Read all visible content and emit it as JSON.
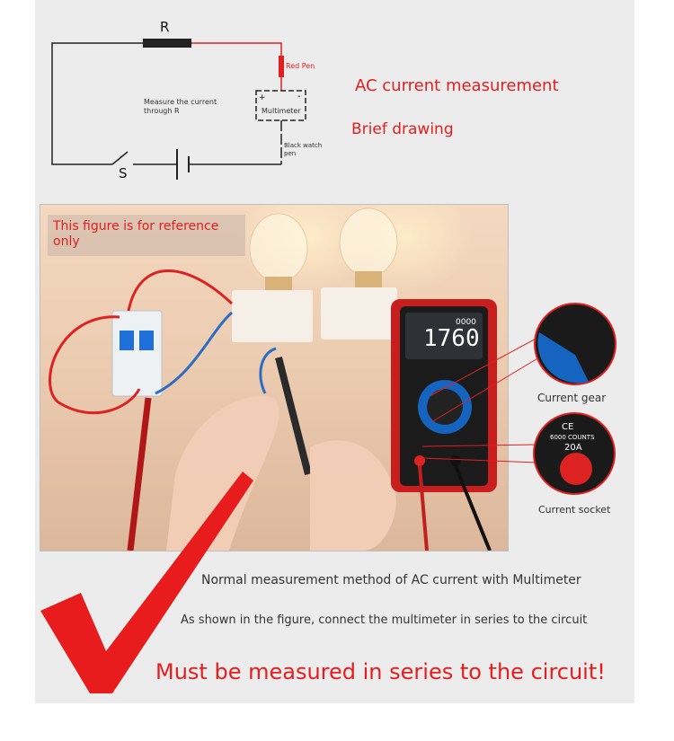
{
  "circuit": {
    "resistor_label": "R",
    "switch_label": "S",
    "red_pen_label": "Red Pen",
    "measure_note_line1": "Measure the current",
    "measure_note_line2": "through R",
    "meter_label": "Multimeter",
    "meter_plus": "+",
    "meter_minus": "-",
    "black_pen_line1": "Black watch",
    "black_pen_line2": "pen"
  },
  "headings": {
    "title": "AC current measurement",
    "subtitle": "Brief drawing"
  },
  "photo": {
    "reference_note": "This figure is for reference only",
    "display_value": "1760",
    "display_top": "0000",
    "label_current_gear": "Current gear",
    "label_current_socket": "Current socket",
    "socket_counts": "6000 COUNTS",
    "socket_range": "20A",
    "socket_ce": "CE"
  },
  "captions": {
    "method": "Normal measurement method of AC current with Multimeter",
    "instruction": "As shown in the figure, connect the multimeter in series to the circuit",
    "warning": "Must be measured in series to the circuit!"
  },
  "colors": {
    "accent_red": "#e02020",
    "wire_black": "#222222",
    "panel_bg": "#ececec"
  }
}
